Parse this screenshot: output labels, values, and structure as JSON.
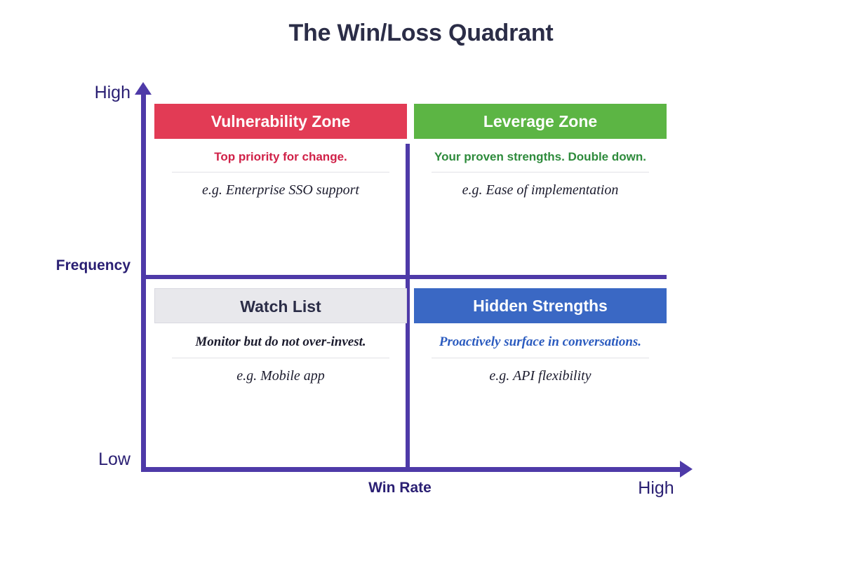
{
  "chart_data": {
    "type": "quadrant-matrix",
    "title": "The Win/Loss Quadrant",
    "xlabel": "Win Rate",
    "ylabel": "Frequency",
    "x_ticks": [
      "High"
    ],
    "y_ticks": [
      "High",
      "Low"
    ],
    "x_axis_low_label": "",
    "x_axis_high_label": "High",
    "y_axis_low_label": "Low",
    "y_axis_high_label": "High",
    "grid": false,
    "legend": "none",
    "quadrants": [
      {
        "id": "vulnerability",
        "title": "Vulnerability Zone",
        "subtitle": "Top priority for change.",
        "example": "e.g. Enterprise SSO support",
        "position": "top-left",
        "x_level": "low",
        "y_level": "high",
        "header_color": "#E23B55",
        "header_text_color": "#FFFFFF",
        "subtitle_color": "#D02148"
      },
      {
        "id": "leverage",
        "title": "Leverage Zone",
        "subtitle": "Your proven strengths. Double down.",
        "example": "e.g. Ease of implementation",
        "position": "top-right",
        "x_level": "high",
        "y_level": "high",
        "header_color": "#5CB544",
        "header_text_color": "#FFFFFF",
        "subtitle_color": "#2E8B3C"
      },
      {
        "id": "watch",
        "title": "Watch List",
        "subtitle": "Monitor but do not over-invest.",
        "example": "e.g. Mobile app",
        "position": "bottom-left",
        "x_level": "low",
        "y_level": "low",
        "header_color": "#E8E8EC",
        "header_text_color": "#2B2D47",
        "subtitle_color": "#1C1C2E"
      },
      {
        "id": "hidden",
        "title": "Hidden Strengths",
        "subtitle": "Proactively surface in conversations.",
        "example": "e.g. API flexibility",
        "position": "bottom-right",
        "x_level": "high",
        "y_level": "low",
        "header_color": "#3A68C4",
        "header_text_color": "#FFFFFF",
        "subtitle_color": "#2B5BBF"
      }
    ]
  },
  "colors": {
    "title": "#2B2D47",
    "axis": "#4E3AA8",
    "axis_label": "#2A1F73",
    "background": "#FFFFFF",
    "rule": "#E2E2E6"
  }
}
